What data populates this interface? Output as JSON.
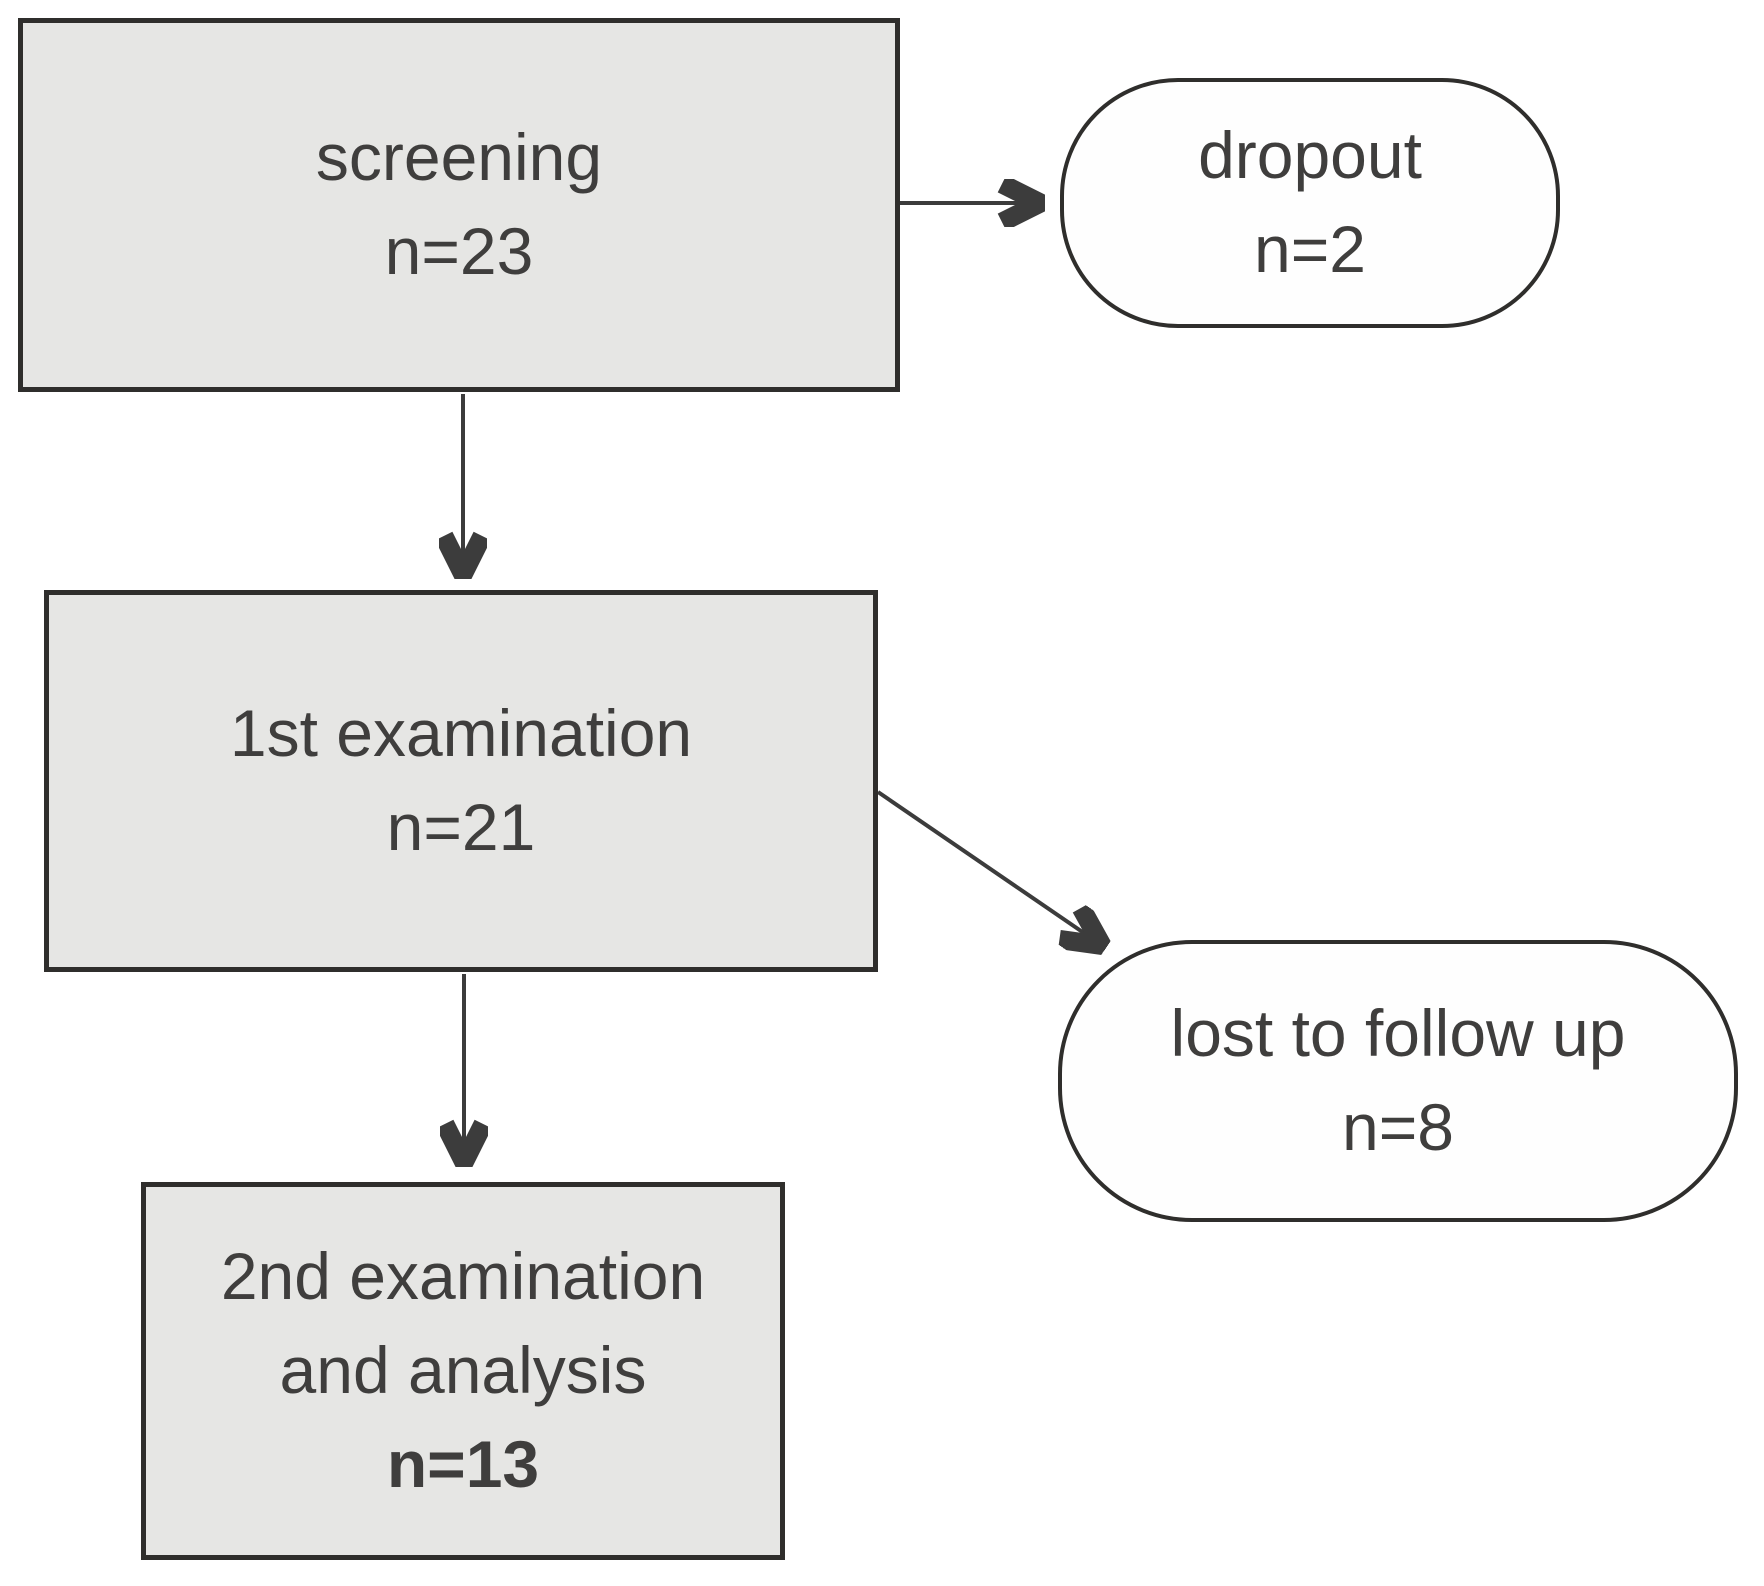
{
  "figure": {
    "kind": "study-participant-flowchart"
  },
  "colors": {
    "box_fill": "#e6e6e4",
    "terminator_fill": "#fefefe",
    "border": "#2f2e2c",
    "arrow": "#3c3c3c",
    "text": "#3f3e3d",
    "bg": "#ffffff"
  },
  "nodes": {
    "screening": {
      "shape": "rectangle",
      "label": "screening",
      "n": 23,
      "n_label": "n=23"
    },
    "dropout": {
      "shape": "rounded",
      "label": "dropout",
      "n": 2,
      "n_label": "n=2"
    },
    "first_examination": {
      "shape": "rectangle",
      "label": "1st examination",
      "n": 21,
      "n_label": "n=21"
    },
    "lost_to_follow_up": {
      "shape": "rounded",
      "label": "lost to follow up",
      "n": 8,
      "n_label": "n=8"
    },
    "second_examination": {
      "shape": "rectangle",
      "label": "2nd examination",
      "label2": "and analysis",
      "n": 13,
      "n_label": "n=13",
      "n_bold": true
    }
  },
  "edges": [
    {
      "from": "screening",
      "to": "dropout",
      "style": "open-chevron-arrow"
    },
    {
      "from": "screening",
      "to": "first_examination",
      "style": "open-chevron-arrow"
    },
    {
      "from": "first_examination",
      "to": "lost_to_follow_up",
      "style": "open-chevron-arrow"
    },
    {
      "from": "first_examination",
      "to": "second_examination",
      "style": "open-chevron-arrow"
    }
  ]
}
